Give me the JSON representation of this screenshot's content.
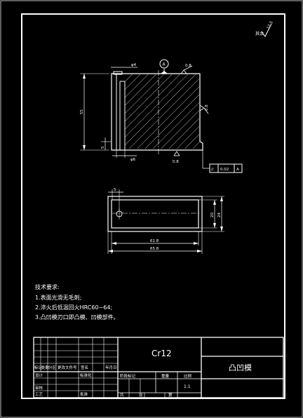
{
  "roughness": {
    "symbol": "rest-roughness-symbol",
    "value": "12.5",
    "note": "其余"
  },
  "front_view": {
    "dim_top": "φ4",
    "datum": "A",
    "roughness_top": "0.8",
    "roughness_side": "0.8",
    "roughness_bottom": "0.8",
    "dim_height": "55",
    "dim_base": "5",
    "dim_bottom": "φ6",
    "tolerance": {
      "symbol": "//",
      "value": "0.02",
      "datum": "A"
    }
  },
  "top_view": {
    "dim_offset": "5",
    "dim_inner_w": "61.8",
    "dim_outer_w": "65.8",
    "dim_inner_h": "20",
    "dim_outer_h": "24"
  },
  "notes": {
    "title": "技术要求:",
    "items": [
      "1.表面光滑无毛刺;",
      "2.淬火后低温回火HRC60~64;",
      "3.凸凹模刃口即凸模、凹模部件。"
    ]
  },
  "title_block": {
    "material": "Cr12",
    "part_name": "凸凹模",
    "label_process": "标记",
    "label_count": "处数",
    "label_division": "分区",
    "label_change_no": "更改文件号",
    "label_sign": "签名",
    "label_date": "年月日",
    "label_design": "设计",
    "label_standard": "标准化",
    "label_stage": "阶段标记",
    "label_weight": "重量",
    "label_scale": "比例",
    "scale": "1:1",
    "label_review": "审核",
    "label_process2": "工艺",
    "label_approve": "批准",
    "label_sheets": "共",
    "label_sheet": "张",
    "label_sheet2": "第"
  }
}
